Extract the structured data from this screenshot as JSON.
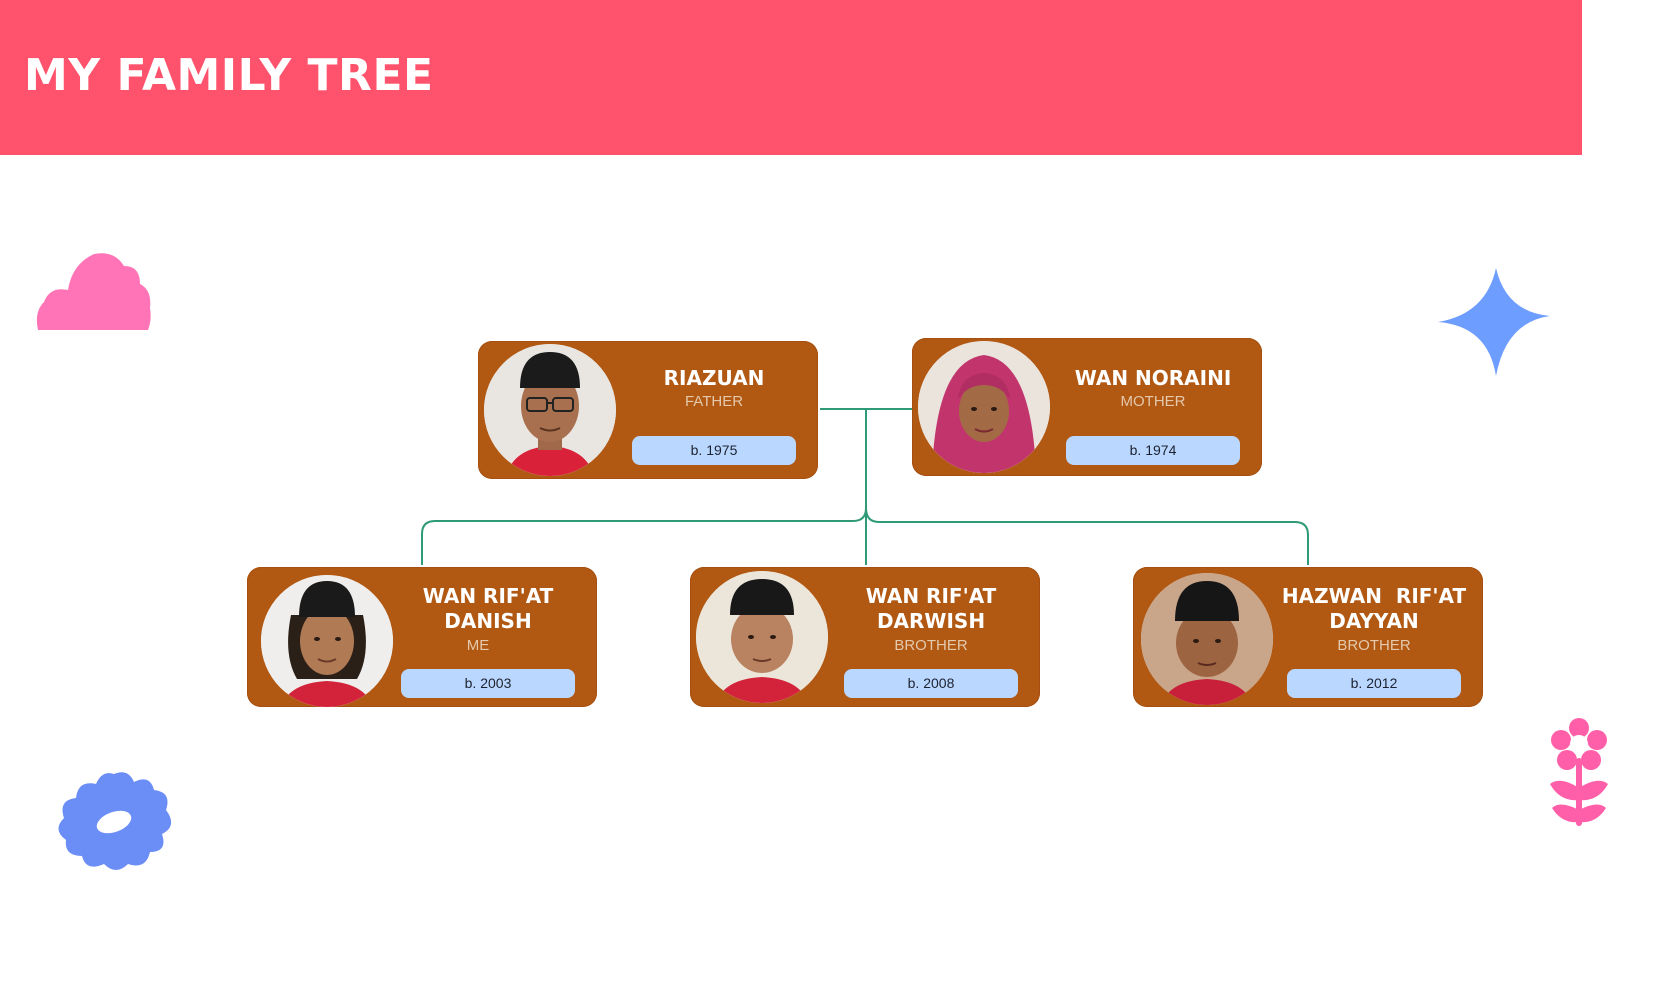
{
  "header": {
    "title": "MY FAMILY TREE",
    "background": "#ff526c"
  },
  "colors": {
    "card": "#b15813",
    "badge": "#bad8ff",
    "connector": "#2e9a78"
  },
  "people": {
    "father": {
      "name": "RIAZUAN",
      "role": "FATHER",
      "birth": "b. 1975"
    },
    "mother": {
      "name": "WAN NORAINI",
      "role": "MOTHER",
      "birth": "b. 1974"
    },
    "child1": {
      "name_line1": "WAN RIF'AT",
      "name_line2": "DANISH",
      "role": "ME",
      "birth": "b. 2003"
    },
    "child2": {
      "name_line1": "WAN RIF'AT",
      "name_line2": "DARWISH",
      "role": "BROTHER",
      "birth": "b. 2008"
    },
    "child3": {
      "name_line1": "HAZWAN  RIF'AT",
      "name_line2": "DAYYAN",
      "role": "BROTHER",
      "birth": "b. 2012"
    }
  },
  "decorations": [
    "cloud-icon",
    "sparkle-icon",
    "flower-icon",
    "flower-stem-icon"
  ]
}
